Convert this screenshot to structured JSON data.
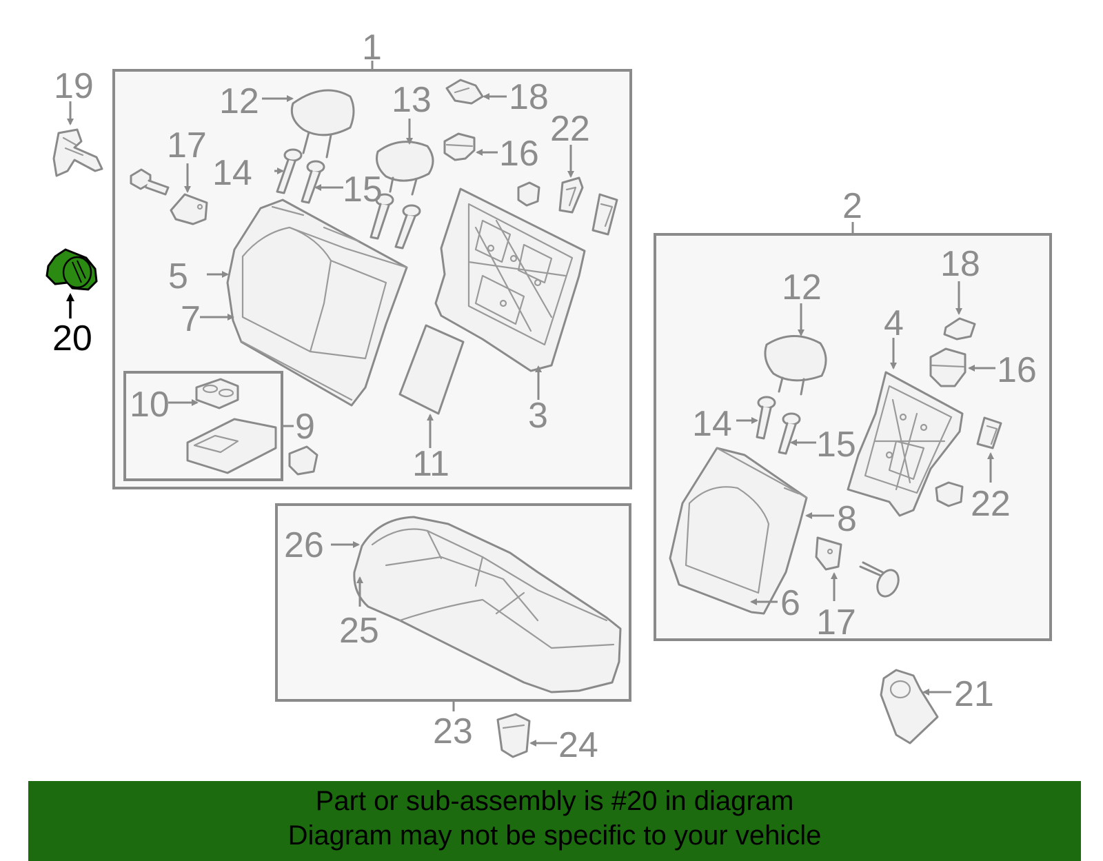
{
  "highlight_color": "#1c6b0f",
  "banner": {
    "line1": "Part or sub-assembly is #20 in diagram",
    "line2": "Diagram may not be specific to your vehicle"
  },
  "highlighted_part": "20",
  "callouts": {
    "c1": "1",
    "c2": "2",
    "c3": "3",
    "c4": "4",
    "c5": "5",
    "c6": "6",
    "c7": "7",
    "c8": "8",
    "c9": "9",
    "c10": "10",
    "c11": "11",
    "c12a": "12",
    "c12b": "12",
    "c13": "13",
    "c14a": "14",
    "c14b": "14",
    "c15a": "15",
    "c15b": "15",
    "c16a": "16",
    "c16b": "16",
    "c17a": "17",
    "c17b": "17",
    "c18a": "18",
    "c18b": "18",
    "c19": "19",
    "c20": "20",
    "c21": "21",
    "c22a": "22",
    "c22b": "22",
    "c23": "23",
    "c24": "24",
    "c25": "25",
    "c26": "26"
  }
}
